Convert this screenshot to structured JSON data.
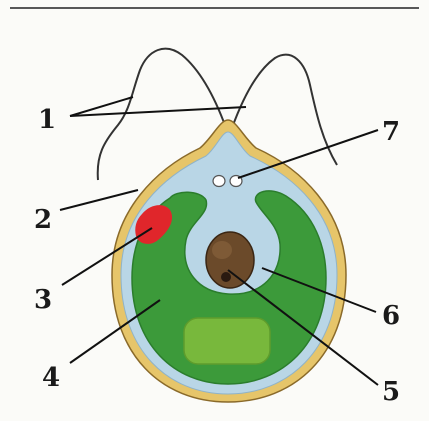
{
  "labels": {
    "l1": "1",
    "l2": "2",
    "l3": "3",
    "l4": "4",
    "l5": "5",
    "l6": "6",
    "l7": "7"
  },
  "colors": {
    "background": "#fbfbf8",
    "top_rule": "#222222",
    "cell_wall": "#e6c56a",
    "cell_wall_stroke": "#8a6a2a",
    "cytoplasm": "#b9d6e6",
    "chloroplast": "#3c9a3a",
    "chloroplast_dark": "#2b7d2c",
    "pyrenoid": "#78b83c",
    "eyespot": "#e0262b",
    "nucleus": "#6b4a2a",
    "nucleolus": "#2a1a10",
    "vacuole": "#ffffff",
    "flagella": "#333333",
    "leader_lines": "#111111"
  }
}
